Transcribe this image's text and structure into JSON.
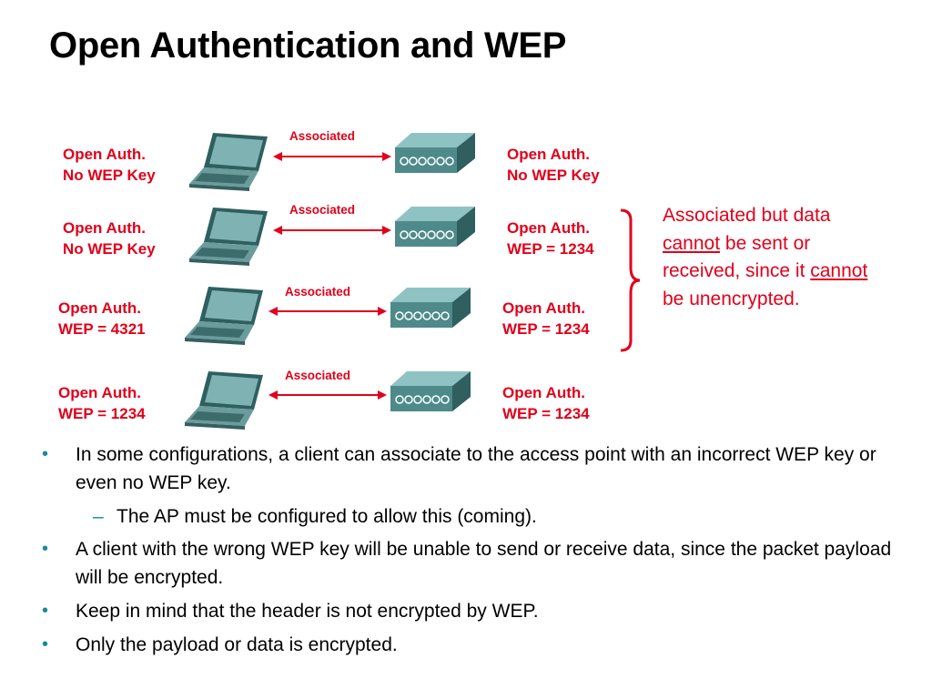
{
  "title": "Open Authentication and WEP",
  "diagram": {
    "rows": [
      {
        "client": [
          "Open Auth.",
          "No WEP Key"
        ],
        "link": "Associated",
        "ap": [
          "Open Auth.",
          "No WEP Key"
        ]
      },
      {
        "client": [
          "Open Auth.",
          "No WEP Key"
        ],
        "link": "Associated",
        "ap": [
          "Open Auth.",
          "WEP = 1234"
        ]
      },
      {
        "client": [
          "Open Auth.",
          "WEP = 4321"
        ],
        "link": "Associated",
        "ap": [
          "Open Auth.",
          "WEP = 1234"
        ]
      },
      {
        "client": [
          "Open Auth.",
          "WEP = 1234"
        ],
        "link": "Associated",
        "ap": [
          "Open Auth.",
          "WEP = 1234"
        ]
      }
    ],
    "note": {
      "part1": "Associated but data ",
      "u1": "cannot",
      "part2": " be sent or received, since it ",
      "u2": "cannot",
      "part3": " be unencrypted."
    }
  },
  "bullets": [
    {
      "level": 1,
      "text": "In some configurations, a client can associate to the access point with an incorrect WEP key or even no WEP key."
    },
    {
      "level": 2,
      "text": "The AP must be configured to allow this (coming)."
    },
    {
      "level": 1,
      "text": "A client with the wrong WEP key will be unable to send or receive data, since the packet payload will be encrypted."
    },
    {
      "level": 1,
      "text": "Keep in mind that the header is not encrypted by WEP."
    },
    {
      "level": 1,
      "text": "Only the payload or data is encrypted."
    }
  ],
  "colors": {
    "accent": "#e0001b",
    "bullet": "#1a8a9a",
    "device": "#4f8a8a"
  }
}
